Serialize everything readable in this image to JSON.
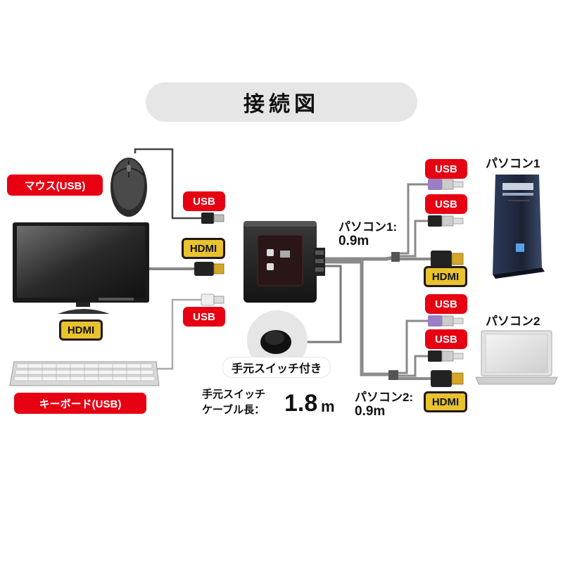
{
  "title": "接続図",
  "labels": {
    "mouse": "マウス(USB)",
    "keyboard": "キーボード(USB)",
    "monitor_hdmi": "HDMI",
    "monitor_hdmi_top": "HDMI",
    "usb_mouse_port": "USB",
    "usb_keyboard_port": "USB",
    "hand_switch": "手元スイッチ付き",
    "switch_cable_line1": "手元スイッチ",
    "switch_cable_line2": "ケーブル長：",
    "switch_cable_value": "1.8",
    "switch_cable_unit": "m"
  },
  "pc1": {
    "name": "パソコン1",
    "cable_label": "パソコン1:",
    "cable_length": "0.9m",
    "usb_top": "USB",
    "usb_bottom": "USB",
    "hdmi": "HDMI"
  },
  "pc2": {
    "name": "パソコン2",
    "cable_label": "パソコン2:",
    "cable_length": "0.9m",
    "usb_top": "USB",
    "usb_bottom": "USB",
    "hdmi": "HDMI"
  },
  "colors": {
    "red": "#e60012",
    "hdmi_yellow": "#e8c32d",
    "pill_gray": "#e6e6e6",
    "cable_gray": "#8a8a8a",
    "usb_purple": "#9b7fc4"
  }
}
